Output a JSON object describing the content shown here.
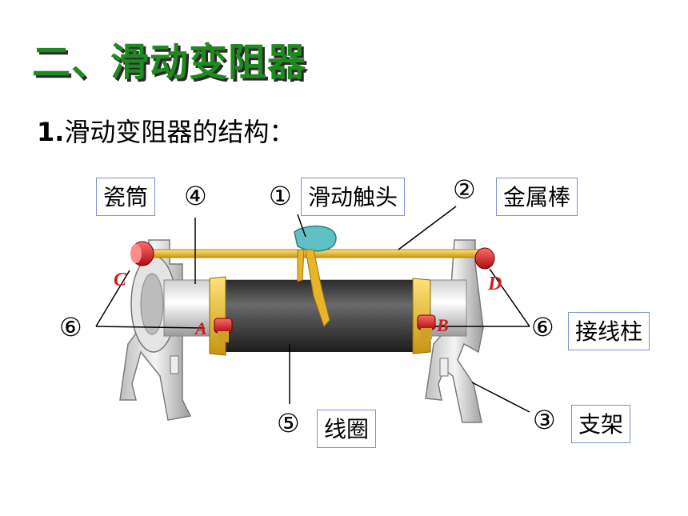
{
  "title": "二、滑动变阻器",
  "subtitle_num": "1.",
  "subtitle_text": "滑动变阻器的结构：",
  "labels": {
    "ceramic_tube": "瓷筒",
    "slider": "滑动触头",
    "metal_rod": "金属棒",
    "terminal": "接线柱",
    "coil": "线圈",
    "stand": "支架"
  },
  "numbers": {
    "n1": "①",
    "n2": "②",
    "n3": "③",
    "n4": "④",
    "n5": "⑤",
    "n6_left": "⑥",
    "n6_right": "⑥"
  },
  "terminal_letters": {
    "A": "A",
    "B": "B",
    "C": "C",
    "D": "D"
  },
  "colors": {
    "title": "#1f8a1f",
    "coil": "#3a3a3a",
    "rod": "#f2d05a",
    "slider": "#d8a514",
    "letters": "#d01c1c",
    "box_border": "#7f8fd6"
  }
}
